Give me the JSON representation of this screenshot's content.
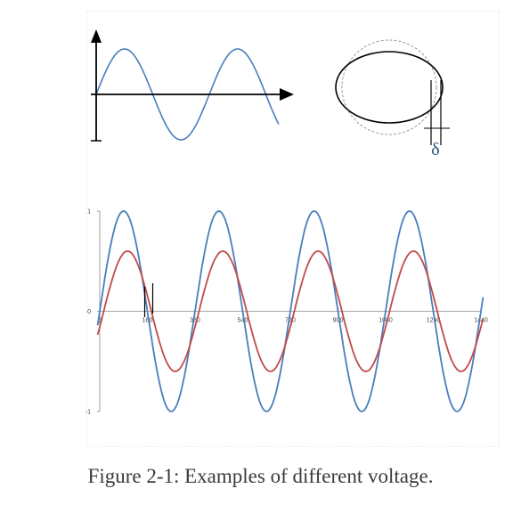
{
  "caption": "Figure 2-1: Examples of different voltage.",
  "top_left": {
    "type": "line",
    "colors": {
      "wave": "#4a7ebb",
      "axis": "#000000"
    }
  },
  "top_right": {
    "delta_label": "δ",
    "colors": {
      "ellipse": "#000000",
      "circle": "#999999",
      "text": "#2c4f7c"
    }
  },
  "chart_data": {
    "type": "line",
    "x_ticks": [
      "0",
      "180",
      "360",
      "540",
      "720",
      "900",
      "1080",
      "1260",
      "1440"
    ],
    "y_ticks": [
      "1",
      "0",
      "-1"
    ],
    "xlim": [
      0,
      1440
    ],
    "ylim": [
      -1,
      1
    ],
    "grid": false,
    "series": [
      {
        "color": "#4a7ebb",
        "amplitude": 1.0,
        "phase_deg": 0,
        "period_deg": 360
      },
      {
        "color": "#be4b48",
        "amplitude": 0.6,
        "phase_deg": 15,
        "period_deg": 360
      }
    ],
    "marker_x": 180
  }
}
